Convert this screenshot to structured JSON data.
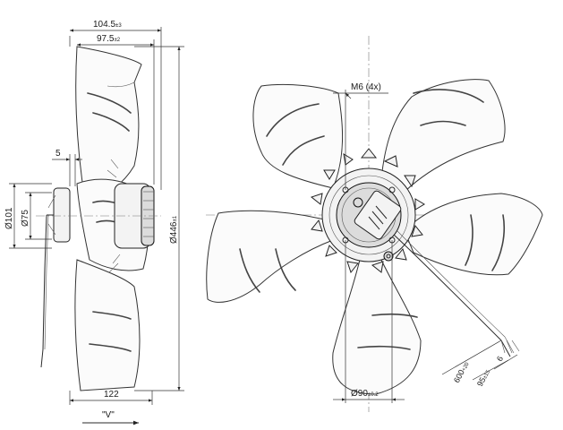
{
  "dimensions": {
    "overall_depth": "104.5",
    "overall_depth_tol": "±3",
    "blade_depth": "97.5",
    "blade_depth_tol": "±2",
    "offset": "5",
    "diameter_outer_hub": "Ø101",
    "diameter_inner_hub": "Ø75",
    "fan_diameter": "Ø446",
    "fan_diameter_tol": "±1",
    "base_width": "122",
    "view_label": "\"V\"",
    "bolt_spec": "M6 (4x)",
    "bolt_circle": "Ø90",
    "bolt_circle_tol": "±0.2",
    "cable_length": "600",
    "cable_length_tol": "+20",
    "strip_length": "95",
    "strip_length_tol": "±15",
    "wire_strip": "6"
  }
}
